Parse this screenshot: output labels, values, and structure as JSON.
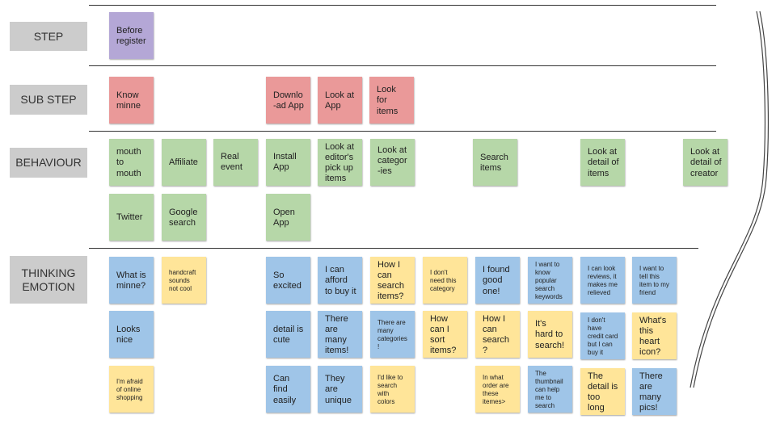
{
  "rows": {
    "step": "STEP",
    "sub_step": "SUB STEP",
    "behaviour": "BEHAVIOUR",
    "thinking": "THINKING\nEMOTION"
  },
  "colors": {
    "step_purple": "#b4a7d6",
    "substep_red": "#ea9999",
    "behaviour_green": "#b6d7a8",
    "thinking_blue": "#9fc5e8",
    "emotion_yellow": "#ffe599",
    "row_label_gray": "#cccccc"
  },
  "notes": {
    "step_before_register": "Before\nregister",
    "sub_know_minne": "Know\nminne",
    "sub_download_app": "Downlo\n-ad App",
    "sub_look_at_app": "Look at\nApp",
    "sub_look_for_items": "Look\nfor\nitems",
    "beh_mouth_to_mouth": "mouth\nto\nmouth",
    "beh_affiliate": "Affiliate",
    "beh_real_event": "Real\nevent",
    "beh_install_app": "Install\nApp",
    "beh_look_editors_pickup": "Look at\neditor's\npick up\nitems",
    "beh_look_categories": "Look at\ncategor\n-ies",
    "beh_search_items": "Search\nitems",
    "beh_look_detail_items": "Look at\ndetail of\nitems",
    "beh_look_detail_creator": "Look at\ndetail of\ncreator",
    "beh_twitter": "Twitter",
    "beh_google_search": "Google\nsearch",
    "beh_open_app": "Open\nApp",
    "th_what_is_minne": "What is\nminne?",
    "th_handcraft_not_cool": "handcraft\nsounds\nnot cool",
    "th_so_excited": "So\nexcited",
    "th_can_afford": "I can\nafford\nto buy it",
    "th_how_search_items": "How I\ncan\nsearch\nitems?",
    "th_dont_need_category": "I don't\nneed this\ncategory",
    "th_found_good_one": "I found\ngood\none!",
    "th_popular_keywords": "I want to\nknow\npopular\nsearch\nkeywords",
    "th_look_reviews": "I can look\nreviews, it\nmakes me\nrelieved",
    "th_tell_friend": "I want to\ntell this\nitem to my\nfriend",
    "th_looks_nice": "Looks\nnice",
    "th_detail_cute": "detail is\ncute",
    "th_many_items": "There\nare\nmany\nitems!",
    "th_many_categories": "There are\nmany\ncategories\n!",
    "th_how_sort_items": "How\ncan I\nsort\nitems?",
    "th_how_search": "How I\ncan\nsearch\n?",
    "th_hard_to_search": "It's\nhard to\nsearch!",
    "th_no_credit_card": "I don't\nhave\ncredit card\nbut I can\nbuy it",
    "th_heart_icon": "What's\nthis\nheart\nicon?",
    "th_afraid_online": "I'm afraid\nof online\nshopping",
    "th_find_easily": "Can\nfind\neasily",
    "th_unique": "They\nare\nunique",
    "th_search_colors": "I'd like to\nsearch\nwith\ncolors",
    "th_order_items": "In what\norder are\nthese\nitemes>",
    "th_thumbnail_help": "The\nthumbnail\ncan help\nme to\nsearch",
    "th_detail_too_long": "The\ndetail is\ntoo\nlong",
    "th_many_pics": "There\nare\nmany\npics!"
  }
}
